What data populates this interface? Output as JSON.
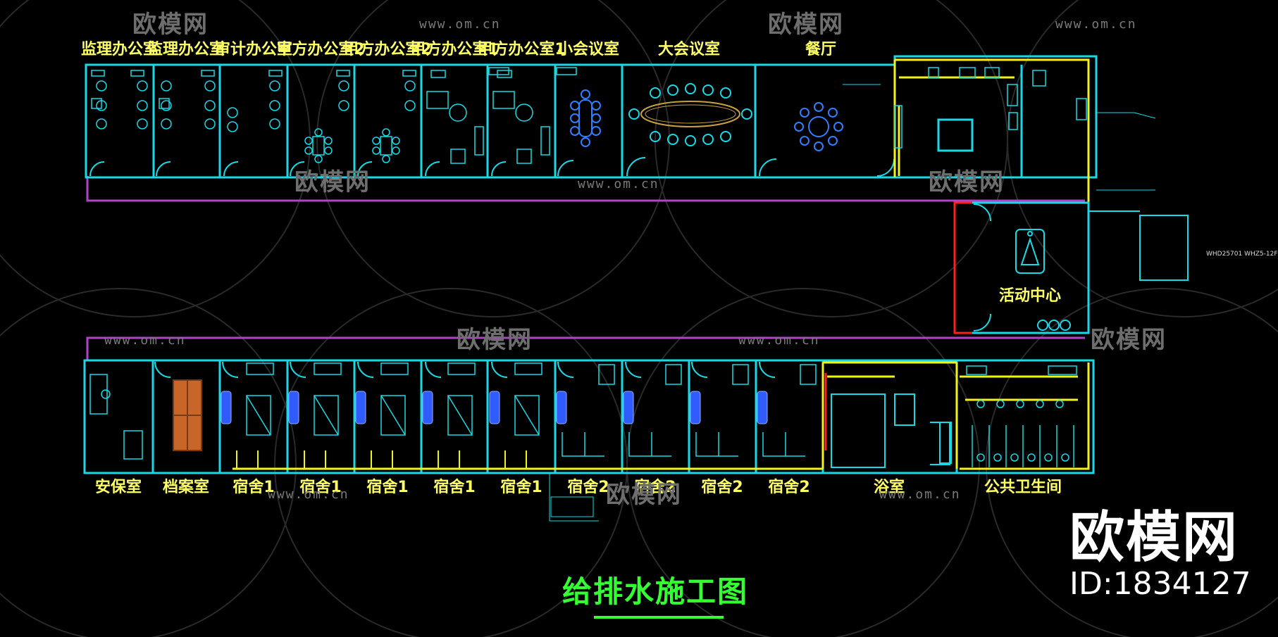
{
  "title": "给排水施工图",
  "top_rooms": [
    "监理办公室",
    "监理办公室",
    "审计办公室",
    "甲方办公室2",
    "甲方办公室2",
    "甲方办公室1",
    "甲方办公室1",
    "小会议室",
    "大会议室",
    "餐厅"
  ],
  "bottom_rooms": [
    "安保室",
    "档案室",
    "宿舍1",
    "宿舍1",
    "宿舍1",
    "宿舍1",
    "宿舍1",
    "宿舍2",
    "宿舍2",
    "宿舍2",
    "宿舍2",
    "浴室",
    "公共卫生间"
  ],
  "activity_center": "活动中心",
  "equipment_label": "WHD25701 WHZ5-12F",
  "watermark": {
    "url": "www.om.cn",
    "brand": "欧模网"
  },
  "branding": {
    "name": "欧模网",
    "id": "ID:1834127"
  },
  "colors": {
    "background": "#000000",
    "walls": "#19d9e6",
    "corridor_pipe": "#b043c8",
    "water_supply": "#f2f21a",
    "labels": "#ffff66",
    "title": "#33ff33",
    "furniture_blue": "#2f5bff",
    "red_line": "#ff2020",
    "archive_shelf": "#c8662a"
  }
}
